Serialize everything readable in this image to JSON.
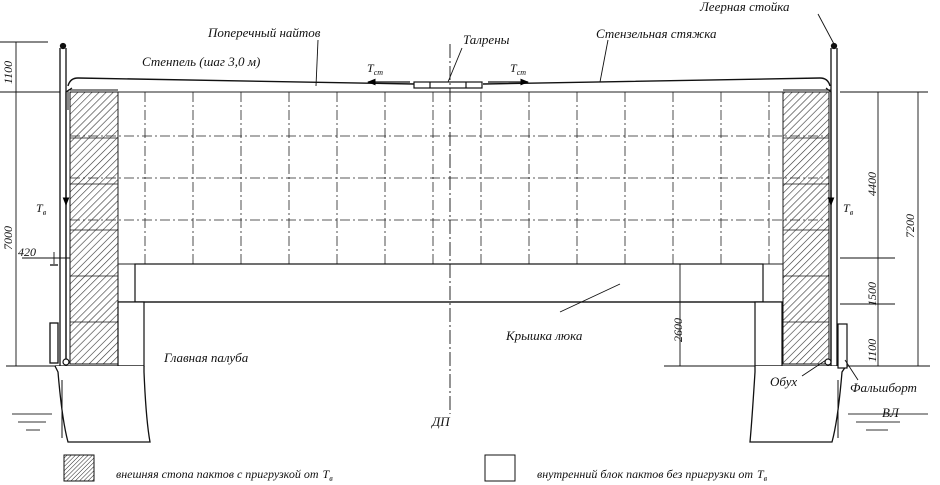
{
  "labels": {
    "transverse_lashing": "Поперечный найтов",
    "rail_stanchion": "Леерная стойка",
    "stanchion": "Стенпель (шаг 3,0 м)",
    "turnbuckles": "Талрены",
    "stanchion_tie": "Стензельная стяжка",
    "hatch_cover": "Крышка люка",
    "main_deck": "Главная палуба",
    "eye": "Обух",
    "bulwark": "Фальшборт",
    "centerline": "ДП",
    "waterline": "ВЛ"
  },
  "symbols": {
    "t_st": "Т",
    "t_st_sub": "ст",
    "t_v": "Т",
    "t_v_sub": "в"
  },
  "dimensions": {
    "top_1100": "1100",
    "left_7000": "7000",
    "left_420": "420",
    "right_4400": "4400",
    "right_1500": "1500",
    "right_1100": "1100",
    "right_7200": "7200",
    "center_2600": "2600"
  },
  "legend": {
    "outer_label": "внешняя стопа пактов с пригрузкой от",
    "outer_sym": "Т",
    "outer_sub": "в",
    "inner_label": "внутренний блок пактов без пригрузки от",
    "inner_sym": "Т",
    "inner_sub": "в"
  }
}
